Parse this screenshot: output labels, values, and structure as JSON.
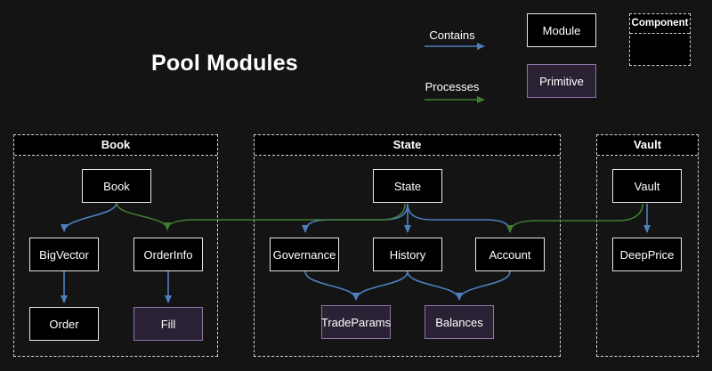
{
  "title": "Pool Modules",
  "legend": {
    "contains": "Contains",
    "processes": "Processes",
    "module": "Module",
    "primitive": "Primitive",
    "component": "Component"
  },
  "containers": {
    "book": {
      "title": "Book"
    },
    "state": {
      "title": "State"
    },
    "vault": {
      "title": "Vault"
    }
  },
  "nodes": {
    "book": {
      "label": "Book",
      "type": "module"
    },
    "bigvector": {
      "label": "BigVector",
      "type": "module"
    },
    "orderinfo": {
      "label": "OrderInfo",
      "type": "module"
    },
    "order": {
      "label": "Order",
      "type": "module"
    },
    "fill": {
      "label": "Fill",
      "type": "primitive"
    },
    "state": {
      "label": "State",
      "type": "module"
    },
    "governance": {
      "label": "Governance",
      "type": "module"
    },
    "history": {
      "label": "History",
      "type": "module"
    },
    "account": {
      "label": "Account",
      "type": "module"
    },
    "tradeparams": {
      "label": "TradeParams",
      "type": "primitive"
    },
    "balances": {
      "label": "Balances",
      "type": "primitive"
    },
    "vault": {
      "label": "Vault",
      "type": "module"
    },
    "deepprice": {
      "label": "DeepPrice",
      "type": "module"
    }
  },
  "edges": [
    {
      "from": "Book",
      "to": "BigVector",
      "type": "contains"
    },
    {
      "from": "BigVector",
      "to": "Order",
      "type": "contains"
    },
    {
      "from": "OrderInfo",
      "to": "Fill",
      "type": "contains"
    },
    {
      "from": "Book",
      "to": "OrderInfo",
      "type": "processes"
    },
    {
      "from": "State",
      "to": "Governance",
      "type": "contains"
    },
    {
      "from": "State",
      "to": "History",
      "type": "contains"
    },
    {
      "from": "State",
      "to": "Account",
      "type": "contains"
    },
    {
      "from": "Governance",
      "to": "TradeParams",
      "type": "contains"
    },
    {
      "from": "History",
      "to": "TradeParams",
      "type": "contains"
    },
    {
      "from": "History",
      "to": "Balances",
      "type": "contains"
    },
    {
      "from": "Account",
      "to": "Balances",
      "type": "contains"
    },
    {
      "from": "State",
      "to": "OrderInfo",
      "type": "processes"
    },
    {
      "from": "Vault",
      "to": "DeepPrice",
      "type": "contains"
    },
    {
      "from": "Vault",
      "to": "Account",
      "type": "processes"
    }
  ],
  "colors": {
    "background": "#141414",
    "module_fill": "#000000",
    "module_border": "#e8e8e8",
    "primitive_fill": "#2b2134",
    "primitive_border": "#8d74a6",
    "contains_arrow": "#4d7fbf",
    "processes_arrow": "#3f7d31",
    "container_border": "#d4d4d4",
    "text": "#ffffff"
  }
}
